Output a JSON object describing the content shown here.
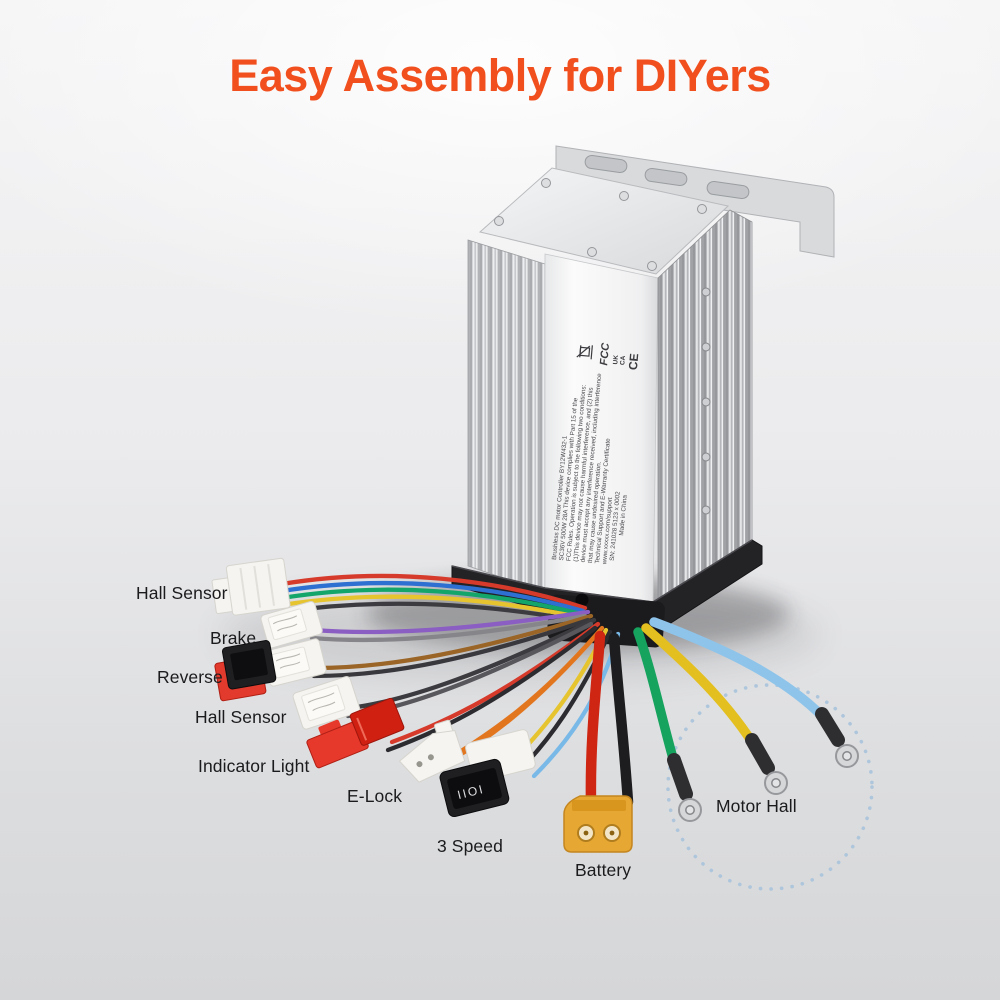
{
  "title": "Easy Assembly for DIYers",
  "theme": {
    "title_color": "#f1501e",
    "background_top": "#f5f5f6",
    "background_bottom": "#d5d6d8",
    "callout_color": "#1b1b1d",
    "dotted_circle_color": "#a9c3dc"
  },
  "callouts": [
    {
      "id": "hall-sensor-1",
      "text": "Hall Sensor"
    },
    {
      "id": "brake",
      "text": "Brake"
    },
    {
      "id": "reverse",
      "text": "Reverse"
    },
    {
      "id": "hall-sensor-2",
      "text": "Hall Sensor"
    },
    {
      "id": "indicator-light",
      "text": "Indicator Light"
    },
    {
      "id": "e-lock",
      "text": "E-Lock"
    },
    {
      "id": "three-speed",
      "text": "3 Speed"
    },
    {
      "id": "battery",
      "text": "Battery"
    },
    {
      "id": "motor-hall",
      "text": "Motor Hall"
    }
  ],
  "controller": {
    "label_lines": [
      "Brushless DC motor Controller      BY12W432-1",
      "SC36V   500W   28A     This device complies with Part 15 of the",
      "FCC Rules. Operation is subject to the following two conditions:",
      "(1)This device may not cause harmful interference, and (2) this",
      "device must accept any interference received, including interference",
      "that may cause undesired operation.",
      "Technical Support and E-Warranty Certificate",
      "www.xxxxx.com/support"
    ],
    "sn_line": "SN: 241028  5123  x  0002",
    "made_in": "Made in China",
    "certifications": {
      "fcc": "FCC",
      "uk": "UK",
      "ca": "CA",
      "ce": "CE"
    }
  },
  "connectors": {
    "three_speed_marking": "IIOI"
  },
  "wire_colors": {
    "hall_sensor": [
      "#d63a2b",
      "#2e6fd2",
      "#14a56b",
      "#e6c42f",
      "#3c3c40"
    ],
    "brake": [
      "#8a5ec2",
      "#86868a"
    ],
    "reverse": [
      "#9a6526",
      "#39393d"
    ],
    "throttle": [
      "#3c3c40",
      "#57575c"
    ],
    "indicator_light": [
      "#d63a2b",
      "#2c2c30"
    ],
    "e_lock": [
      "#e2761f",
      "#e2761f"
    ],
    "three_speed": [
      "#e6c42f",
      "#2c2c30",
      "#79b9e8"
    ],
    "battery": [
      "#cf2513",
      "#1d1d20"
    ],
    "motor": [
      "#16a35e",
      "#e3c01f",
      "#8ec4ea"
    ]
  },
  "connector_colors": {
    "white_shell": "#f5f4f0",
    "sticker": "#fbfaf6",
    "reverse_switch_red": "#e23a2c",
    "rocker_black": "#1f1f22",
    "indicator_red": "#e6392b",
    "indicator_red_dark": "#cf2012",
    "xt60_yellow": "#e7a733",
    "ring_terminal_silver": "#d6d7d9",
    "sleeve_black": "#2e2e31"
  }
}
